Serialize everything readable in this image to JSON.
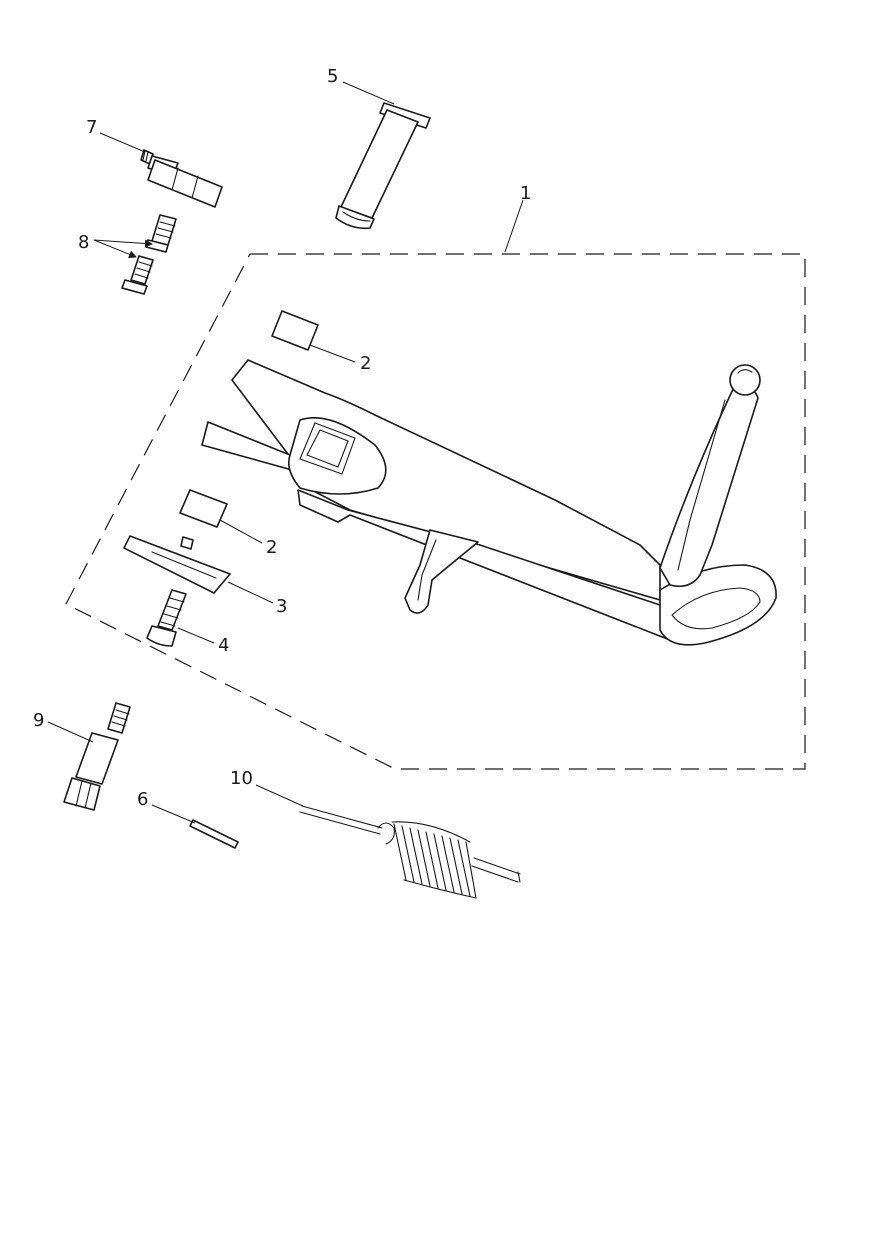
{
  "callouts": {
    "c1": "1",
    "c2a": "2",
    "c2b": "2",
    "c3": "3",
    "c4": "4",
    "c5": "5",
    "c6": "6",
    "c7": "7",
    "c8": "8",
    "c9": "9",
    "c10": "10"
  },
  "colors": {
    "line": "#1a1a1a",
    "background": "#ffffff"
  }
}
